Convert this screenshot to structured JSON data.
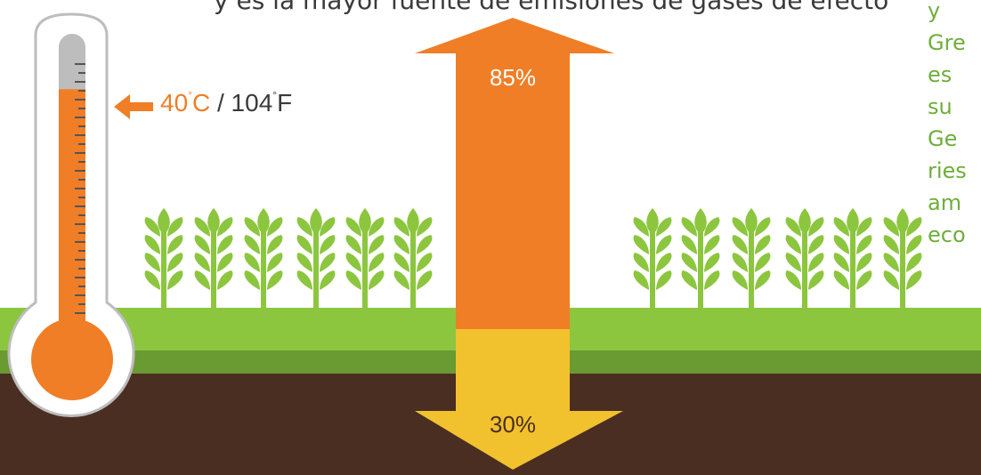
{
  "top_caption": "y es la mayor fuente de emisiones de gases de efecto",
  "side_text_lines": [
    "y",
    "Gre",
    "es",
    "su",
    "Ge",
    "ries",
    "am",
    "eco"
  ],
  "temperature": {
    "celsius": "40",
    "fahrenheit": "104",
    "unit_c": "C",
    "unit_f": "F",
    "separator": " / ",
    "degree_symbol": "°",
    "fill_level": 0.82
  },
  "arrow_up": {
    "label": "85%",
    "color": "#f07e26"
  },
  "arrow_down": {
    "label": "30%",
    "color": "#f2c12e"
  },
  "colors": {
    "grass": "#8cc63f",
    "grass_dark": "#6a9a32",
    "soil": "#4a2e22",
    "wheat": "#8cc63f",
    "thermometer_fill": "#f07e26"
  },
  "wheat_icons": {
    "left_count": 6,
    "right_count": 6,
    "icon": "wheat-icon"
  }
}
